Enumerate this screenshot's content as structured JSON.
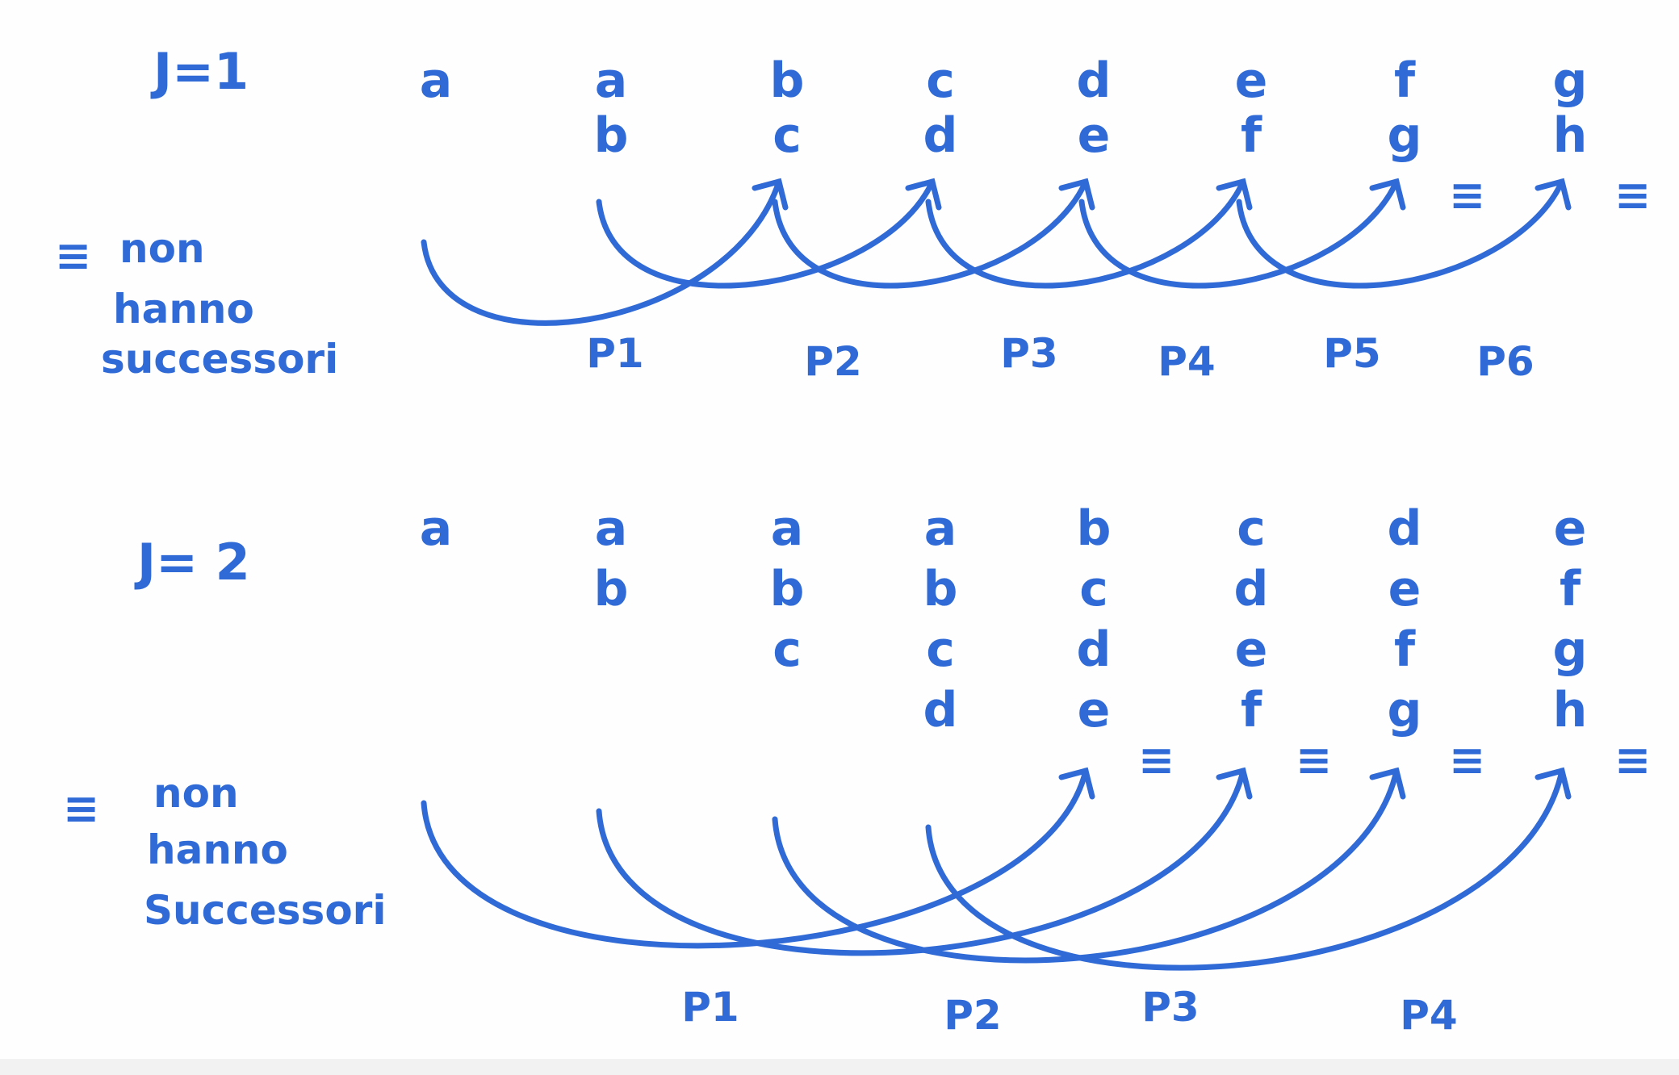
{
  "diagrams": [
    {
      "j_label": "J=1",
      "note": {
        "symbol": "≡",
        "lines": [
          "non",
          "hanno",
          "successori"
        ]
      },
      "columns": [
        {
          "letters": [
            "a"
          ],
          "equiv": ""
        },
        {
          "letters": [
            "a",
            "b"
          ],
          "equiv": ""
        },
        {
          "letters": [
            "b",
            "c"
          ],
          "equiv": ""
        },
        {
          "letters": [
            "c",
            "d"
          ],
          "equiv": ""
        },
        {
          "letters": [
            "d",
            "e"
          ],
          "equiv": ""
        },
        {
          "letters": [
            "e",
            "f"
          ],
          "equiv": ""
        },
        {
          "letters": [
            "f",
            "g"
          ],
          "equiv": "≡"
        },
        {
          "letters": [
            "g",
            "h"
          ],
          "equiv": "≡"
        }
      ],
      "arcs": [
        {
          "label": "P1",
          "from_col": 0,
          "to_col": 2
        },
        {
          "label": "P2",
          "from_col": 1,
          "to_col": 3
        },
        {
          "label": "P3",
          "from_col": 2,
          "to_col": 4
        },
        {
          "label": "P4",
          "from_col": 3,
          "to_col": 5
        },
        {
          "label": "P5",
          "from_col": 4,
          "to_col": 6
        },
        {
          "label": "P6",
          "from_col": 5,
          "to_col": 7
        }
      ]
    },
    {
      "j_label": "J= 2",
      "note": {
        "symbol": "≡",
        "lines": [
          "non",
          "hanno",
          "Successori"
        ]
      },
      "columns": [
        {
          "letters": [
            "a"
          ],
          "equiv": ""
        },
        {
          "letters": [
            "a",
            "b"
          ],
          "equiv": ""
        },
        {
          "letters": [
            "a",
            "b",
            "c"
          ],
          "equiv": ""
        },
        {
          "letters": [
            "a",
            "b",
            "c",
            "d"
          ],
          "equiv": ""
        },
        {
          "letters": [
            "b",
            "c",
            "d",
            "e"
          ],
          "equiv": "≡"
        },
        {
          "letters": [
            "c",
            "d",
            "e",
            "f"
          ],
          "equiv": "≡"
        },
        {
          "letters": [
            "d",
            "e",
            "f",
            "g"
          ],
          "equiv": "≡"
        },
        {
          "letters": [
            "e",
            "f",
            "g",
            "h"
          ],
          "equiv": "≡"
        }
      ],
      "arcs": [
        {
          "label": "P1",
          "from_col": 0,
          "to_col": 4
        },
        {
          "label": "P2",
          "from_col": 1,
          "to_col": 5
        },
        {
          "label": "P3",
          "from_col": 2,
          "to_col": 6
        },
        {
          "label": "P4",
          "from_col": 3,
          "to_col": 7
        }
      ]
    }
  ],
  "colors": {
    "ink": "#2f6ad6",
    "paper": "#fefefe"
  }
}
